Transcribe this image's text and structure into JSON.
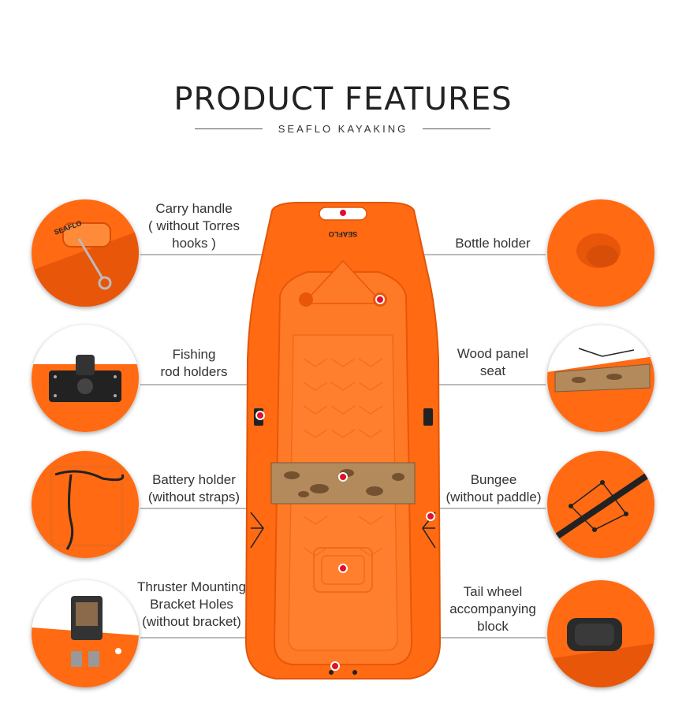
{
  "header": {
    "title": "PRODUCT FEATURES",
    "subtitle": "SEAFLO KAYAKING"
  },
  "colors": {
    "hull": "#ff6a12",
    "hull_dark": "#e8560a",
    "wood": "#b38a5c",
    "marker": "#e0102a"
  },
  "features": [
    {
      "id": "carry-handle",
      "lines": [
        "Carry handle",
        "( without Torres",
        "hooks )"
      ]
    },
    {
      "id": "bottle-holder",
      "lines": [
        "Bottle holder"
      ]
    },
    {
      "id": "fishing-rod-holders",
      "lines": [
        "Fishing",
        "rod holders"
      ]
    },
    {
      "id": "wood-panel-seat",
      "lines": [
        "Wood panel",
        "seat"
      ]
    },
    {
      "id": "battery-holder",
      "lines": [
        "Battery holder",
        "(without straps)"
      ]
    },
    {
      "id": "bungee",
      "lines": [
        "Bungee",
        "(without paddle)"
      ]
    },
    {
      "id": "thruster-mounting",
      "lines": [
        "Thruster Mounting",
        "Bracket Holes",
        "(without bracket)"
      ]
    },
    {
      "id": "tail-wheel-block",
      "lines": [
        "Tail wheel",
        "accompanying",
        "block"
      ]
    }
  ],
  "boat_logo": "SEAFLO",
  "carry_logo": "SEAFLO"
}
